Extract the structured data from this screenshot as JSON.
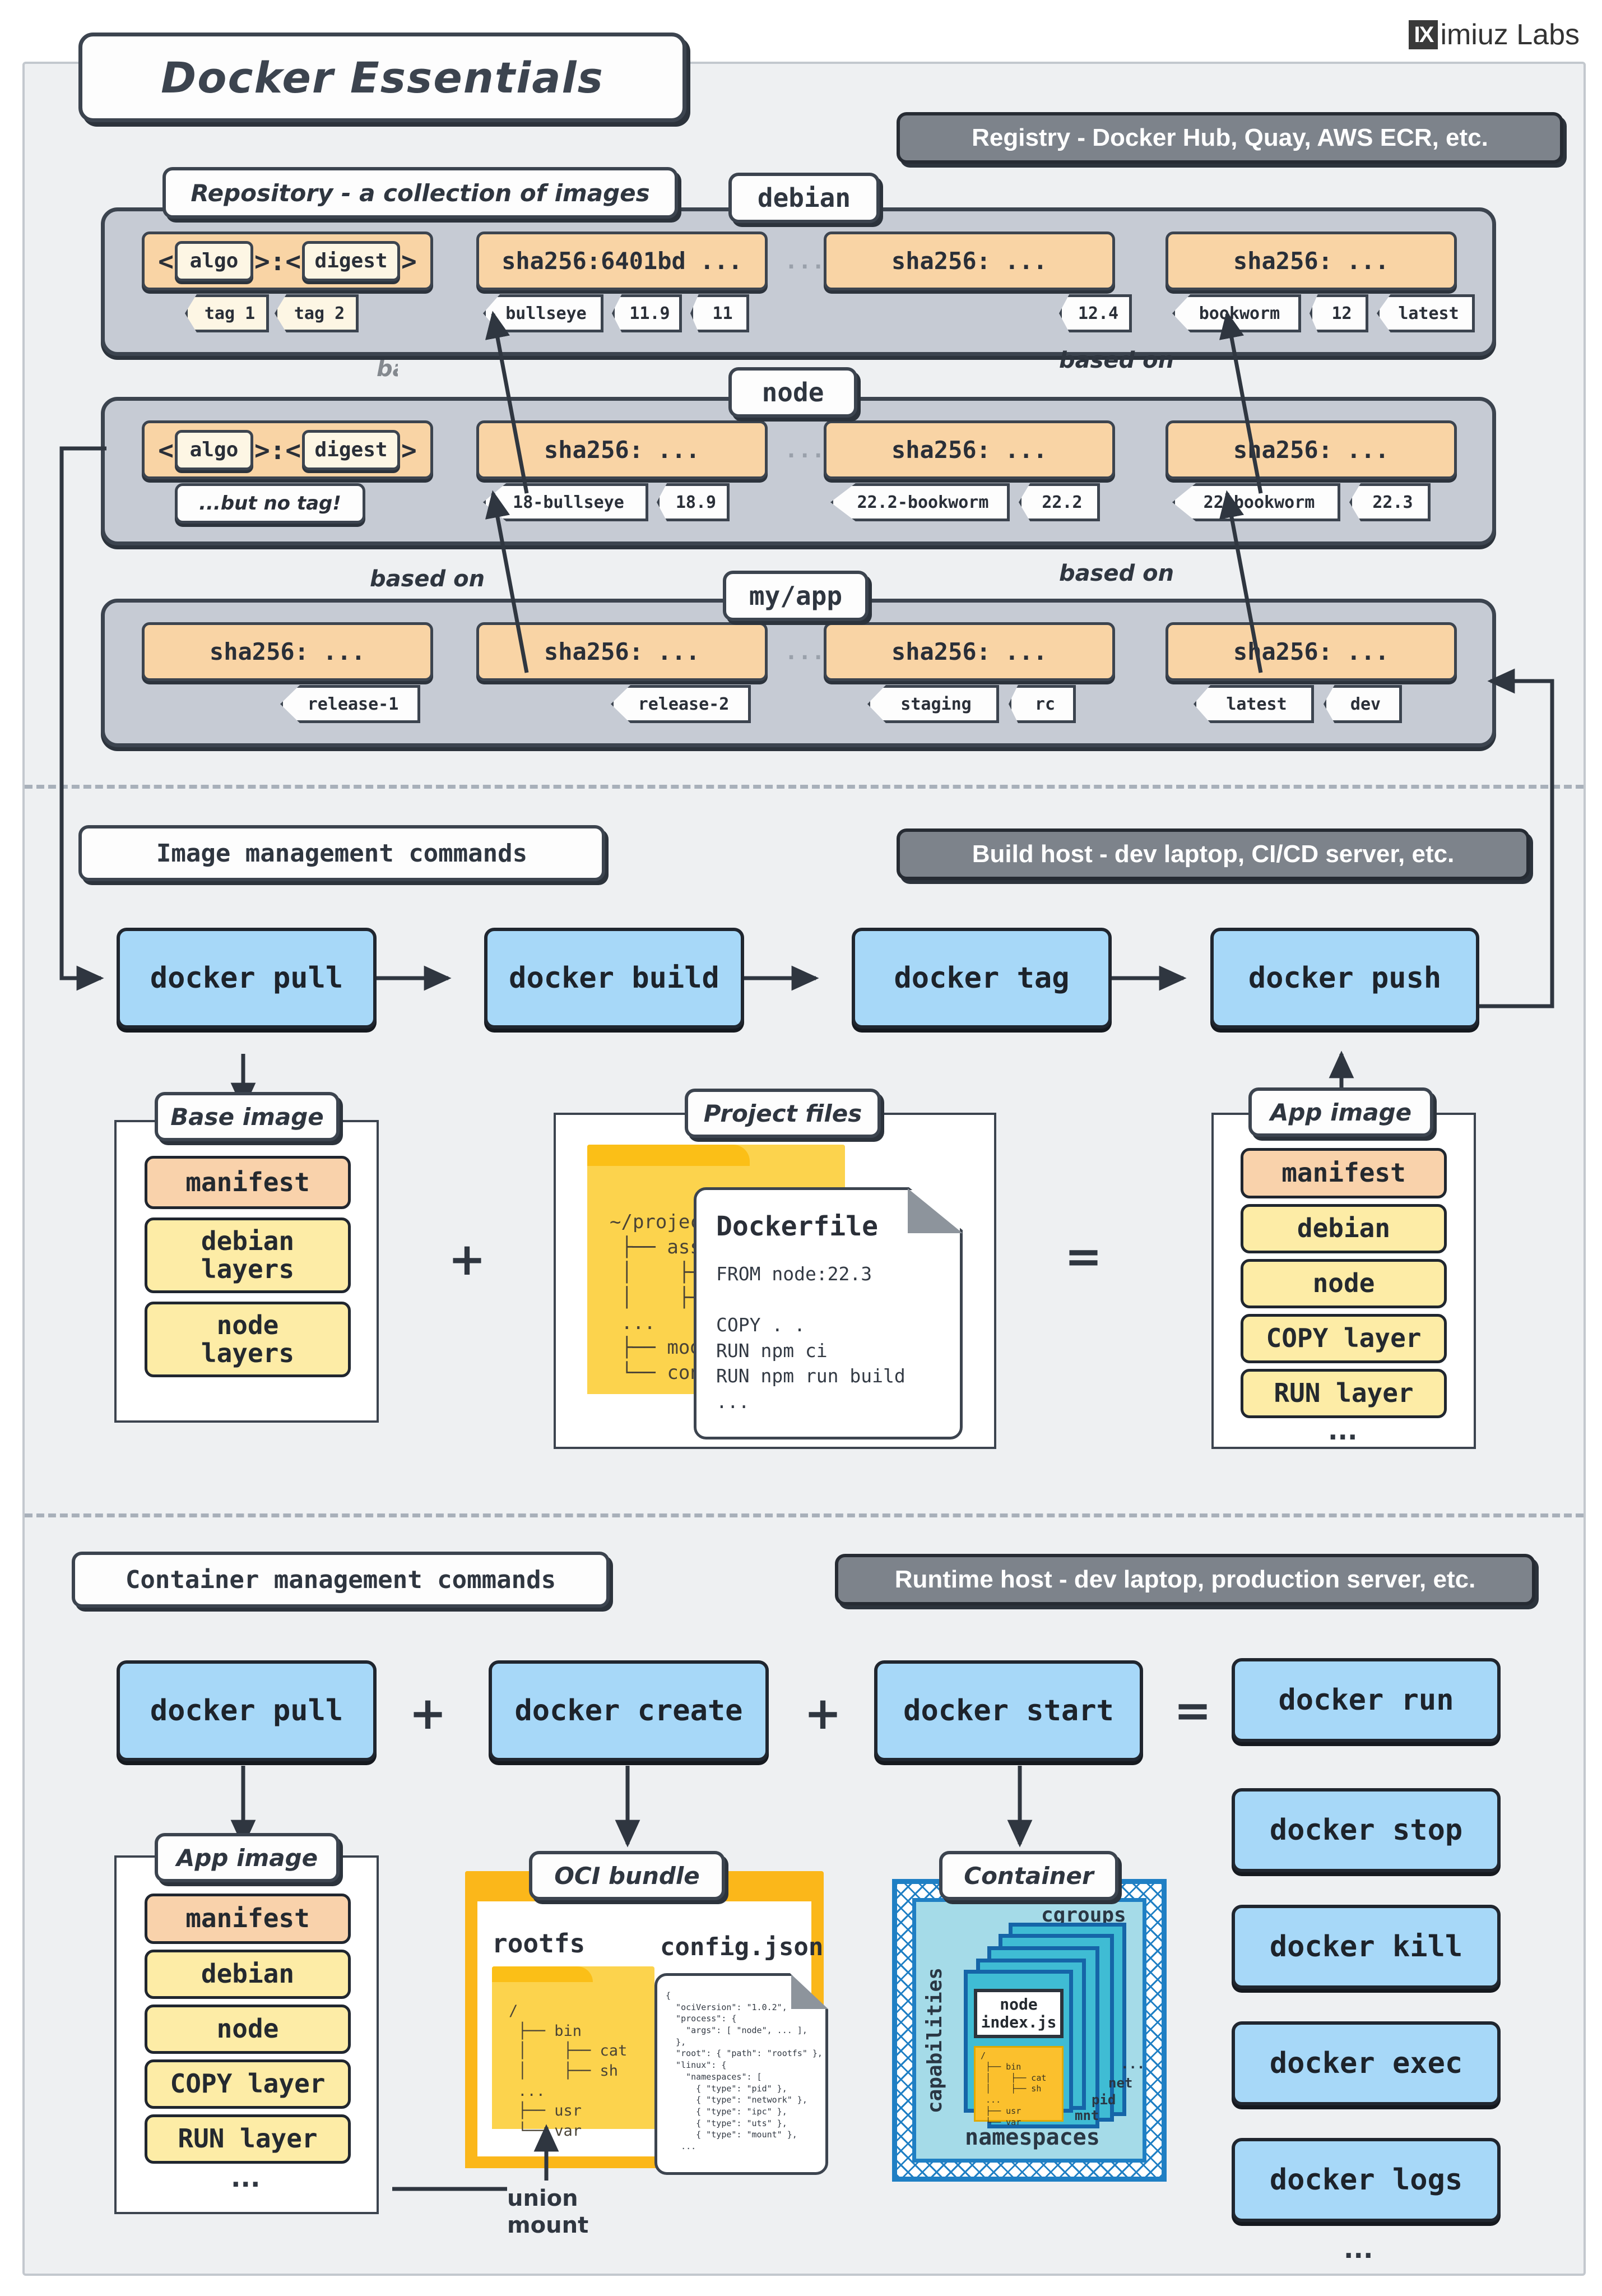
{
  "header": {
    "title": "Docker Essentials",
    "brand_logo": "IX",
    "brand_name": "imiuz Labs"
  },
  "registry": {
    "host_label": "Registry - Docker Hub, Quay, AWS ECR, etc.",
    "repository_label": "Repository - a collection of images",
    "based_on_label": "based on",
    "ellipsis": "...",
    "rows": [
      {
        "name": "debian",
        "placeholder": {
          "open": "<",
          "algo": "algo",
          "sep": ">:<",
          "digest": "digest",
          "close": ">"
        },
        "placeholder_tags": [
          "tag 1",
          "tag 2"
        ],
        "images": [
          {
            "digest": "sha256:6401bd ...",
            "tags": [
              "bullseye",
              "11.9",
              "11"
            ]
          },
          {
            "digest": "sha256: ...",
            "tags": []
          },
          {
            "digest": "sha256: ...",
            "tags": [
              "bookworm",
              "12",
              "latest"
            ]
          }
        ],
        "loose_tag": "12.4"
      },
      {
        "name": "node",
        "placeholder": {
          "open": "<",
          "algo": "algo",
          "sep": ">:<",
          "digest": "digest",
          "close": ">"
        },
        "no_tag_note": "...but no tag!",
        "images": [
          {
            "digest": "sha256: ...",
            "tags": [
              "18-bullseye",
              "18.9"
            ]
          },
          {
            "digest": "sha256: ...",
            "tags": [
              "22.2-bookworm",
              "22.2"
            ]
          },
          {
            "digest": "sha256: ...",
            "tags": [
              "22-bookworm",
              "22.3"
            ]
          }
        ]
      },
      {
        "name": "my/app",
        "images": [
          {
            "digest": "sha256: ...",
            "tags": [
              "release-1"
            ]
          },
          {
            "digest": "sha256: ...",
            "tags": [
              "release-2"
            ]
          },
          {
            "digest": "sha256: ...",
            "tags": [
              "staging",
              "rc"
            ]
          },
          {
            "digest": "sha256: ...",
            "tags": [
              "latest",
              "dev"
            ]
          }
        ]
      }
    ]
  },
  "build_section": {
    "section_label": "Image management commands",
    "host_label": "Build host - dev laptop, CI/CD server, etc.",
    "commands": [
      "docker pull",
      "docker build",
      "docker tag",
      "docker push"
    ],
    "plus": "+",
    "equals": "=",
    "base_image": {
      "title": "Base image",
      "layers": [
        "manifest",
        "debian\nlayers",
        "node\nlayers"
      ]
    },
    "project_files": {
      "title": "Project files",
      "tree": "~/projects/my/app\n ├── assets\n │    ├── css\n │    ├── fonts\n ...\n ├── models\n └── controllers",
      "dockerfile_title": "Dockerfile",
      "dockerfile_body": "FROM node:22.3\n\nCOPY . .\nRUN npm ci\nRUN npm run build\n..."
    },
    "app_image": {
      "title": "App image",
      "layers": [
        "manifest",
        "debian",
        "node",
        "COPY layer",
        "RUN layer"
      ],
      "more": "..."
    }
  },
  "runtime_section": {
    "section_label": "Container management commands",
    "host_label": "Runtime host - dev laptop, production server, etc.",
    "flow_commands": [
      "docker pull",
      "docker create",
      "docker start",
      "docker run"
    ],
    "plus": "+",
    "equals": "=",
    "side_commands": [
      "docker run",
      "docker stop",
      "docker kill",
      "docker exec",
      "docker logs"
    ],
    "more": "...",
    "app_image": {
      "title": "App image",
      "layers": [
        "manifest",
        "debian",
        "node",
        "COPY layer",
        "RUN layer"
      ],
      "more": "..."
    },
    "oci_bundle": {
      "title": "OCI bundle",
      "rootfs_label": "rootfs",
      "rootfs_tree": "/\n ├── bin\n │    ├── cat\n │    ├── sh\n ...\n ├── usr\n └── var",
      "config_label": "config.json",
      "config_body": "{\n  \"ociVersion\": \"1.0.2\",\n  \"process\": {\n    \"args\": [ \"node\", ... ],\n  },\n  \"root\": { \"path\": \"rootfs\" },\n  \"linux\": {\n    \"namespaces\": [\n      { \"type\": \"pid\" },\n      { \"type\": \"network\" },\n      { \"type\": \"ipc\" },\n      { \"type\": \"uts\" },\n      { \"type\": \"mount\" },\n   ..."
    },
    "union_mount_label": "union\nmount",
    "container": {
      "title": "Container",
      "cgroups_label": "cgroups",
      "capabilities_label": "capabilities",
      "namespaces_label": "namespaces",
      "ns_names": [
        "mnt",
        "pid",
        "net",
        "..."
      ],
      "process": "node\nindex.js",
      "rootfs_tree": "/\n ├── bin\n │    ├── cat\n │    ├── sh\n ...\n ├── usr\n └── var"
    }
  },
  "colors": {
    "panel_bg": "#eef0f2",
    "band_bg": "#c6cbd4",
    "image_orange": "#f9d4a5",
    "command_blue": "#a7d8f8",
    "layer_yellow": "#fdeca6",
    "manifest_peach": "#f9d2ab",
    "folder_yellow": "#fcd34d",
    "container_teal": "#3fbcd4",
    "ns_light": "#a5dbe8",
    "stroke": "#3c444f",
    "host_gray": "#7d838b"
  }
}
